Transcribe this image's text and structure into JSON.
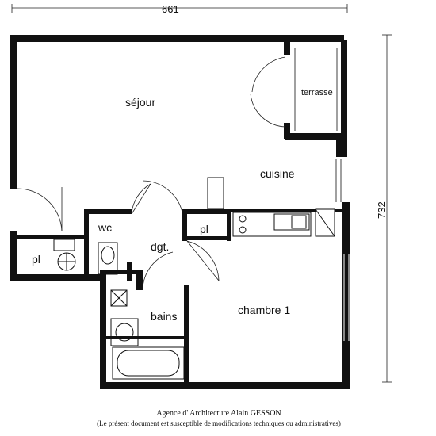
{
  "dimensions": {
    "width": "661",
    "height": "732"
  },
  "rooms": {
    "sejour": "séjour",
    "terrasse": "terrasse",
    "cuisine": "cuisine",
    "wc": "wc",
    "pl_left": "pl",
    "dgt": "dgt.",
    "pl_center": "pl",
    "bains": "bains",
    "chambre": "chambre 1"
  },
  "credits": {
    "agency": "Agence d' Architecture Alain GESSON",
    "notice": "(Le présent document est susceptible de modifications techniques ou administratives)"
  }
}
